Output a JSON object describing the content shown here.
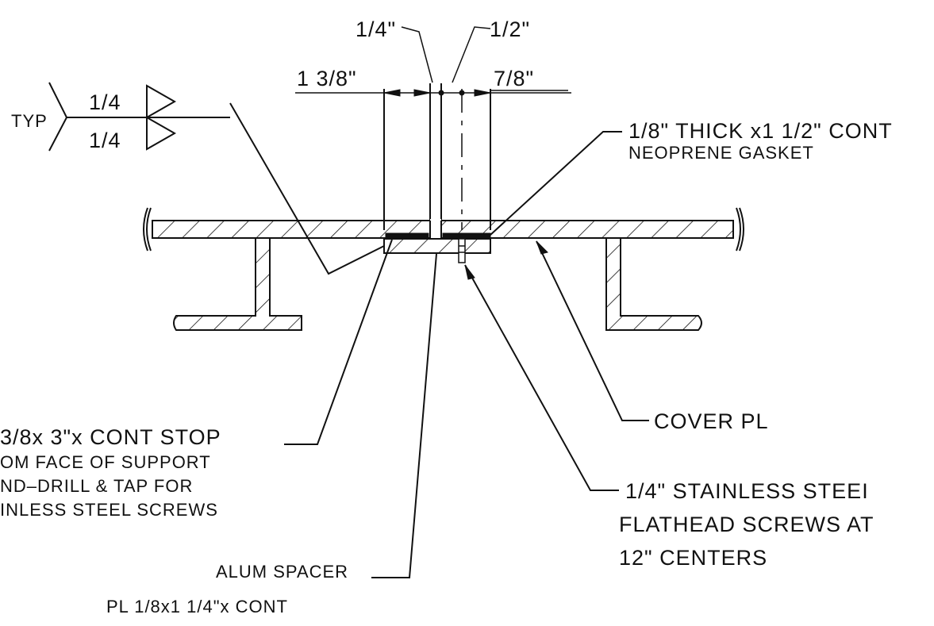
{
  "weld_symbol": {
    "typ": "TYP",
    "top_size": "1/4",
    "bottom_size": "1/4"
  },
  "dimensions": {
    "quarter": "1/4\"",
    "half": "1/2\"",
    "left": "1 3/8\"",
    "right": "7/8\""
  },
  "callouts": {
    "gasket": [
      "1/8\" THICK x1 1/2\" CONT",
      "NEOPRENE GASKET"
    ],
    "stop": [
      "3/8x 3\"x CONT STOP",
      "OM FACE OF SUPPORT",
      "ND–DRILL & TAP FOR",
      "INLESS STEEL SCREWS"
    ],
    "cover": "COVER PL",
    "screws": [
      "1/4\" STAINLESS STEEI",
      "FLATHEAD SCREWS AT",
      "12\" CENTERS"
    ],
    "spacer": [
      "ALUM SPACER",
      "PL 1/8x1 1/4\"x CONT"
    ]
  }
}
